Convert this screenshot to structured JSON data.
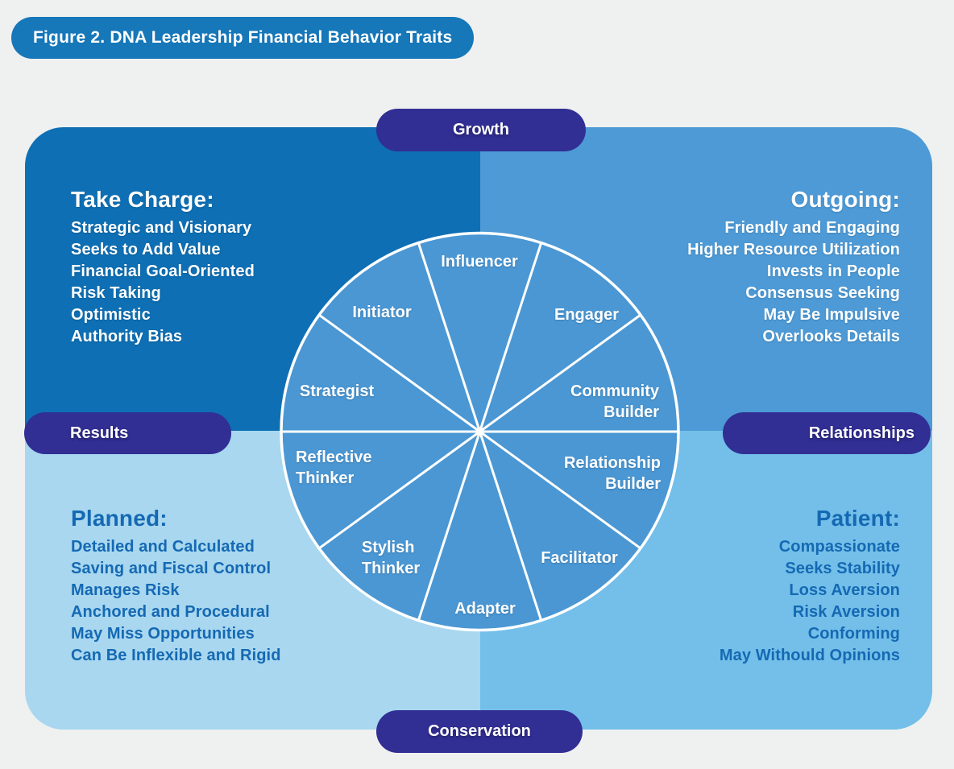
{
  "figure_title": "Figure 2. DNA Leadership Financial Behavior Traits",
  "axis_pills": {
    "top": "Growth",
    "left": "Results",
    "right": "Relationships",
    "bottom": "Conservation"
  },
  "quadrants": {
    "take_charge": {
      "heading": "Take Charge:",
      "traits": [
        "Strategic and Visionary",
        "Seeks to Add Value",
        "Financial Goal-Oriented",
        "Risk Taking",
        "Optimistic",
        "Authority Bias"
      ]
    },
    "outgoing": {
      "heading": "Outgoing:",
      "traits": [
        "Friendly and Engaging",
        "Higher Resource Utilization",
        "Invests in People",
        "Consensus Seeking",
        "May Be Impulsive",
        "Overlooks Details"
      ]
    },
    "planned": {
      "heading": "Planned:",
      "traits": [
        "Detailed and Calculated",
        "Saving and Fiscal Control",
        "Manages Risk",
        "Anchored and Procedural",
        "May Miss Opportunities",
        "Can Be Inflexible and Rigid"
      ]
    },
    "patient": {
      "heading": "Patient:",
      "traits": [
        "Compassionate",
        "Seeks Stability",
        "Loss Aversion",
        "Risk Aversion",
        "Conforming",
        "May Withould Opinions"
      ]
    }
  },
  "wheel": {
    "segments": [
      {
        "label": "Influencer"
      },
      {
        "label": "Engager"
      },
      {
        "label": "Community\nBuilder"
      },
      {
        "label": "Relationship\nBuilder"
      },
      {
        "label": "Facilitator"
      },
      {
        "label": "Adapter"
      },
      {
        "label": "Stylish\nThinker"
      },
      {
        "label": "Reflective\nThinker"
      },
      {
        "label": "Strategist"
      },
      {
        "label": "Initiator"
      }
    ]
  },
  "colors": {
    "background": "#eff1f0",
    "quad-take-charge": "#0e6fb4",
    "quad-outgoing": "#4d9ad6",
    "quad-planned": "#a8d7ef",
    "quad-patient": "#73bfe9",
    "wheel-fill": "#4a97d4",
    "wheel-stroke": "#ffffff",
    "title-pill": "#1677b9",
    "axis-pill": "#312e94",
    "light-text": "#ffffff",
    "dark-text": "#1569b3"
  }
}
